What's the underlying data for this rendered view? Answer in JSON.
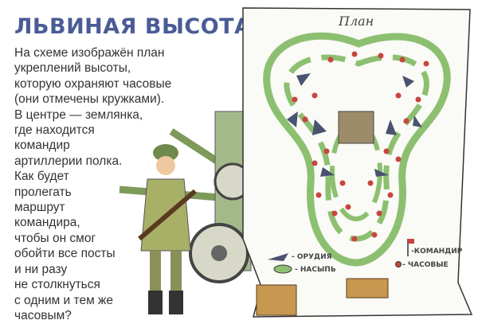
{
  "title": "ЛЬВИНАЯ ВЫСОТА",
  "text_lines": [
    "На схеме изображён план",
    "укреплений высоты,",
    "которую охраняют часовые",
    "(они отмечены кружками).",
    "В центре — землянка,",
    "где находится",
    "командир",
    "артиллерии полка.",
    "Как будет",
    "пролегать",
    "маршрут",
    "командира,",
    "чтобы он смог",
    "обойти все посты",
    "и ни разу",
    "не столкнуться",
    "с одним и тем же",
    "часовым?"
  ],
  "map": {
    "title": "План",
    "legend": {
      "guns": "- ОРУДИЯ",
      "embankment": "- НАСЫПЬ",
      "commander": "-КОМАНДИР",
      "sentries": "- ЧАСОВЫЕ"
    }
  },
  "colors": {
    "title": "#4a5c96",
    "green": "#8cc070",
    "red": "#c8453f",
    "triangle": "#4a5270"
  }
}
